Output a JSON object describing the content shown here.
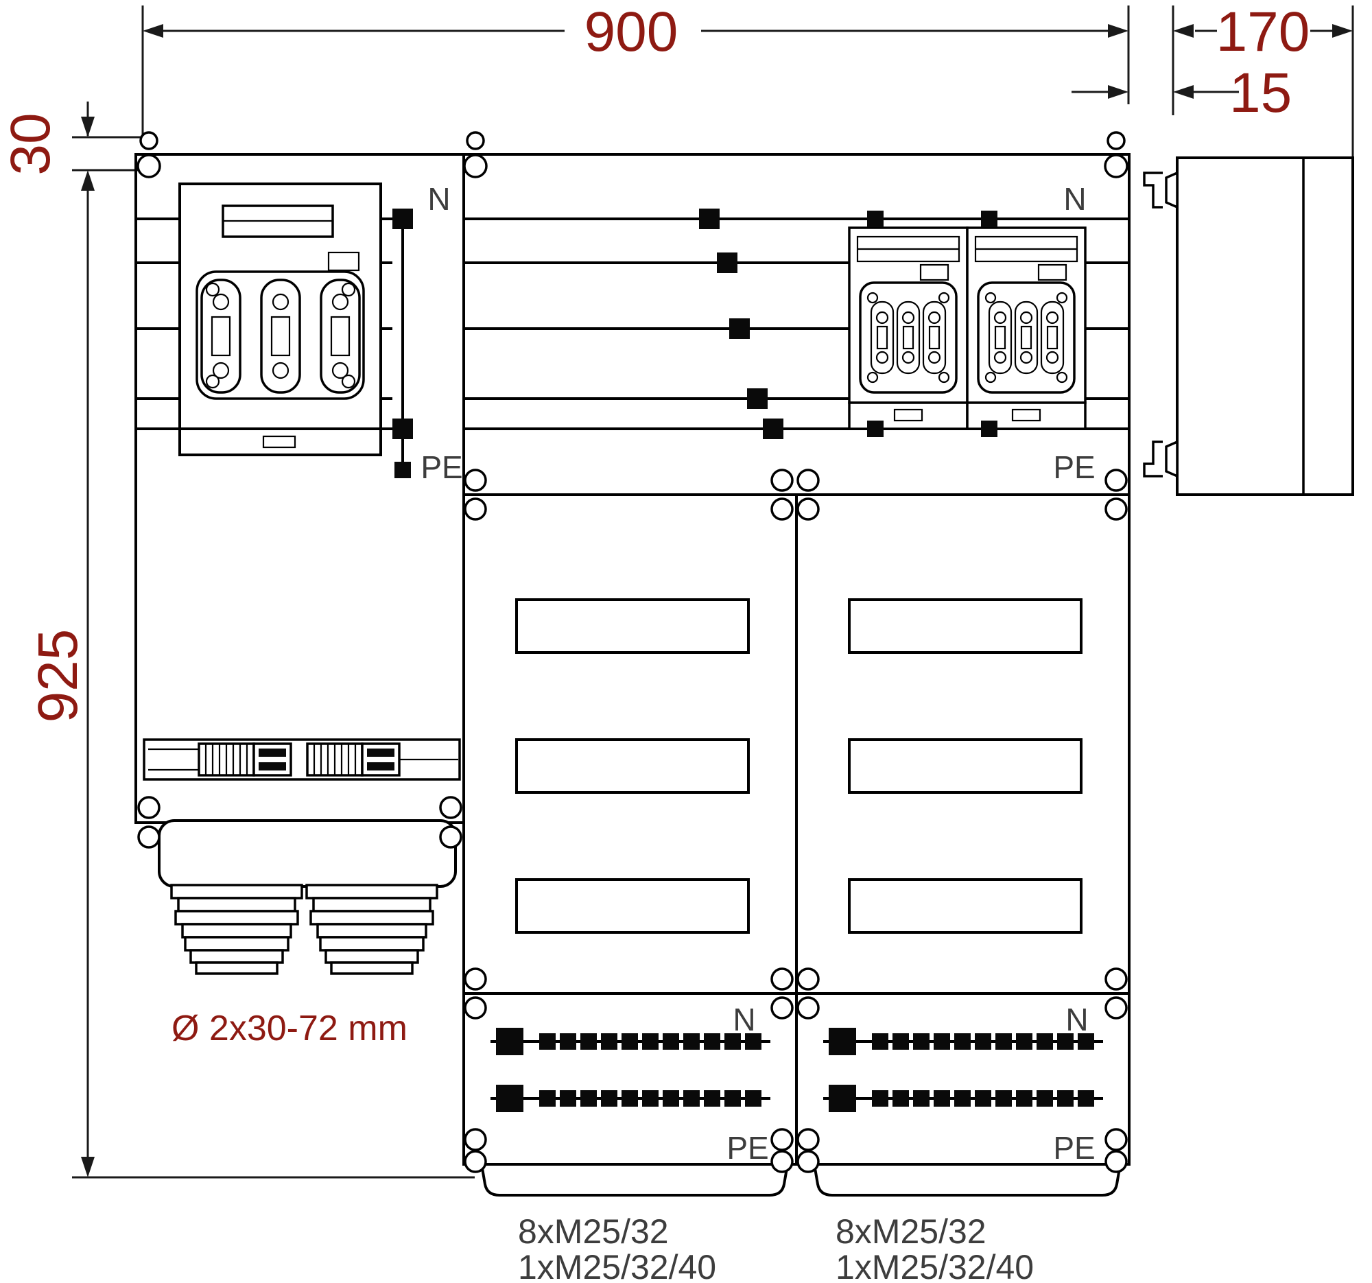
{
  "dimensions": {
    "overall_width": "900",
    "depth": "170",
    "cover_gap": "15",
    "top_offset": "30",
    "overall_height": "925"
  },
  "busbar_labels": {
    "top_left_n": "N",
    "top_left_pe": "PE",
    "top_right_n": "N",
    "top_right_pe": "PE",
    "bottom_left_n": "N",
    "bottom_left_pe": "PE",
    "bottom_right_n": "N",
    "bottom_right_pe": "PE"
  },
  "annotations": {
    "cable_gland_range": "Ø 2x30-72 mm",
    "bottom_left_gland_line1": "8xM25/32",
    "bottom_left_gland_line2": "1xM25/32/40",
    "bottom_right_gland_line1": "8xM25/32",
    "bottom_right_gland_line2": "1xM25/32/40"
  },
  "colors": {
    "line": "#000000",
    "dimension_text": "#8e1a12",
    "label_text": "#3d3d3d",
    "background": "#ffffff"
  }
}
